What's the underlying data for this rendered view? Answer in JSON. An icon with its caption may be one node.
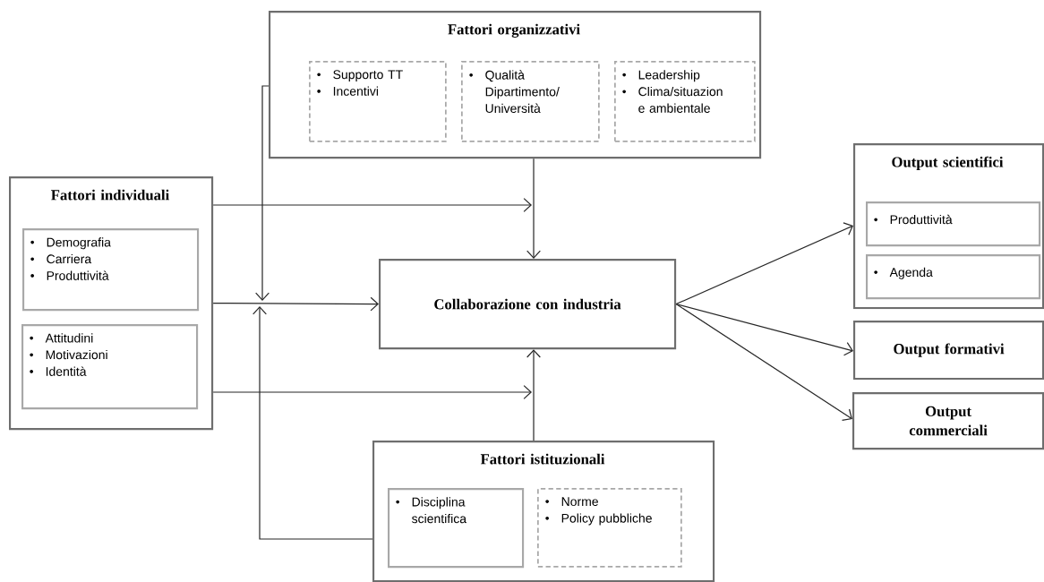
{
  "diagram": {
    "nodes": [
      {
        "text": [
          "Fattori organizzativi"
        ]
      },
      {
        "text": [
          "Supporto TT",
          "Incentivi"
        ],
        "in": 0
      },
      {
        "text": [
          "Qualità Dipartimento/ Università"
        ],
        "in": 0
      },
      {
        "text": [
          "Leadership",
          "Clima/situazion e ambientale"
        ],
        "in": 0
      },
      {
        "text": [
          "Fattori individuali"
        ]
      },
      {
        "text": [
          "Demografia",
          "Carriera",
          "Produttività"
        ],
        "in": 4
      },
      {
        "text": [
          "Attitudini",
          "Motivazioni",
          "Identità"
        ],
        "in": 4
      },
      {
        "text": [
          "Collaborazione con industria"
        ]
      },
      {
        "text": [
          "Fattori istituzionali"
        ]
      },
      {
        "text": [
          "Disciplina scientifica"
        ],
        "in": 8
      },
      {
        "text": [
          "Norme",
          "Policy pubbliche"
        ],
        "in": 8
      },
      {
        "text": [
          "Output scientifici"
        ]
      },
      {
        "text": [
          "Produttività"
        ],
        "in": 11
      },
      {
        "text": [
          "Agenda"
        ],
        "in": 11
      },
      {
        "text": [
          "Output formativi"
        ]
      },
      {
        "text": [
          "Output commerciali"
        ]
      }
    ],
    "edges": [
      {
        "from": 0,
        "to": 7,
        "arrow": "to"
      },
      {
        "from": 0,
        "to": null,
        "arrow": "to"
      },
      {
        "from": 4,
        "to": null,
        "arrow": "to"
      },
      {
        "from": 4,
        "to": 7,
        "arrow": "to"
      },
      {
        "from": 4,
        "to": null,
        "arrow": "to"
      },
      {
        "from": 8,
        "to": 7,
        "arrow": "to"
      },
      {
        "from": 8,
        "to": null,
        "arrow": "to"
      },
      {
        "from": 7,
        "to": 11,
        "arrow": "to"
      },
      {
        "from": 7,
        "to": 14,
        "arrow": "to"
      },
      {
        "from": 7,
        "to": 15,
        "arrow": "to"
      }
    ]
  }
}
